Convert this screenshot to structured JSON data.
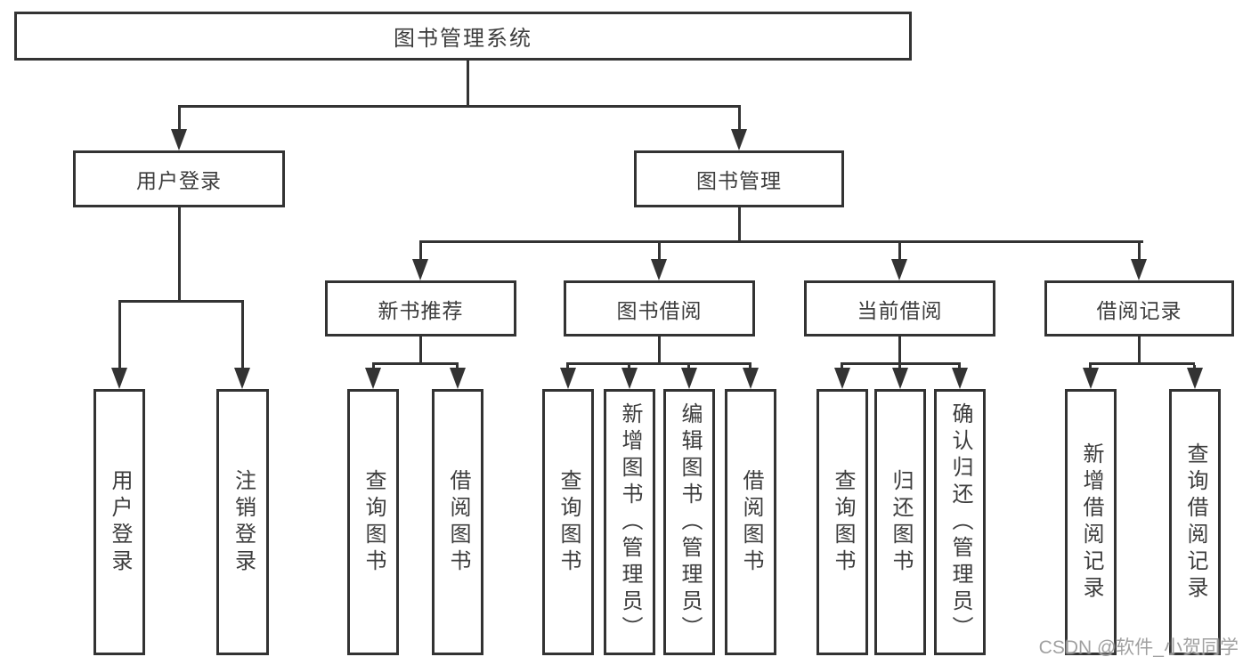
{
  "diagram": {
    "root_label": "图书管理系统",
    "user_login": {
      "label": "用户登录",
      "children": [
        "用户登录",
        "注销登录"
      ]
    },
    "book_management": {
      "label": "图书管理",
      "sections": [
        {
          "label": "新书推荐",
          "children": [
            "查询图书",
            "借阅图书"
          ]
        },
        {
          "label": "图书借阅",
          "children": [
            "查询图书",
            "新增图书（管理员）",
            "编辑图书（管理员）",
            "借阅图书"
          ]
        },
        {
          "label": "当前借阅",
          "children": [
            "查询图书",
            "归还图书",
            "确认归还（管理员）"
          ]
        },
        {
          "label": "借阅记录",
          "children": [
            "新增借阅记录",
            "查询借阅记录"
          ]
        }
      ]
    }
  },
  "colors": {
    "stroke": "#333333",
    "text": "#3d3d3d",
    "background": "#ffffff",
    "watermark": "#969696"
  },
  "watermark": "CSDN @软件_小贺同学"
}
